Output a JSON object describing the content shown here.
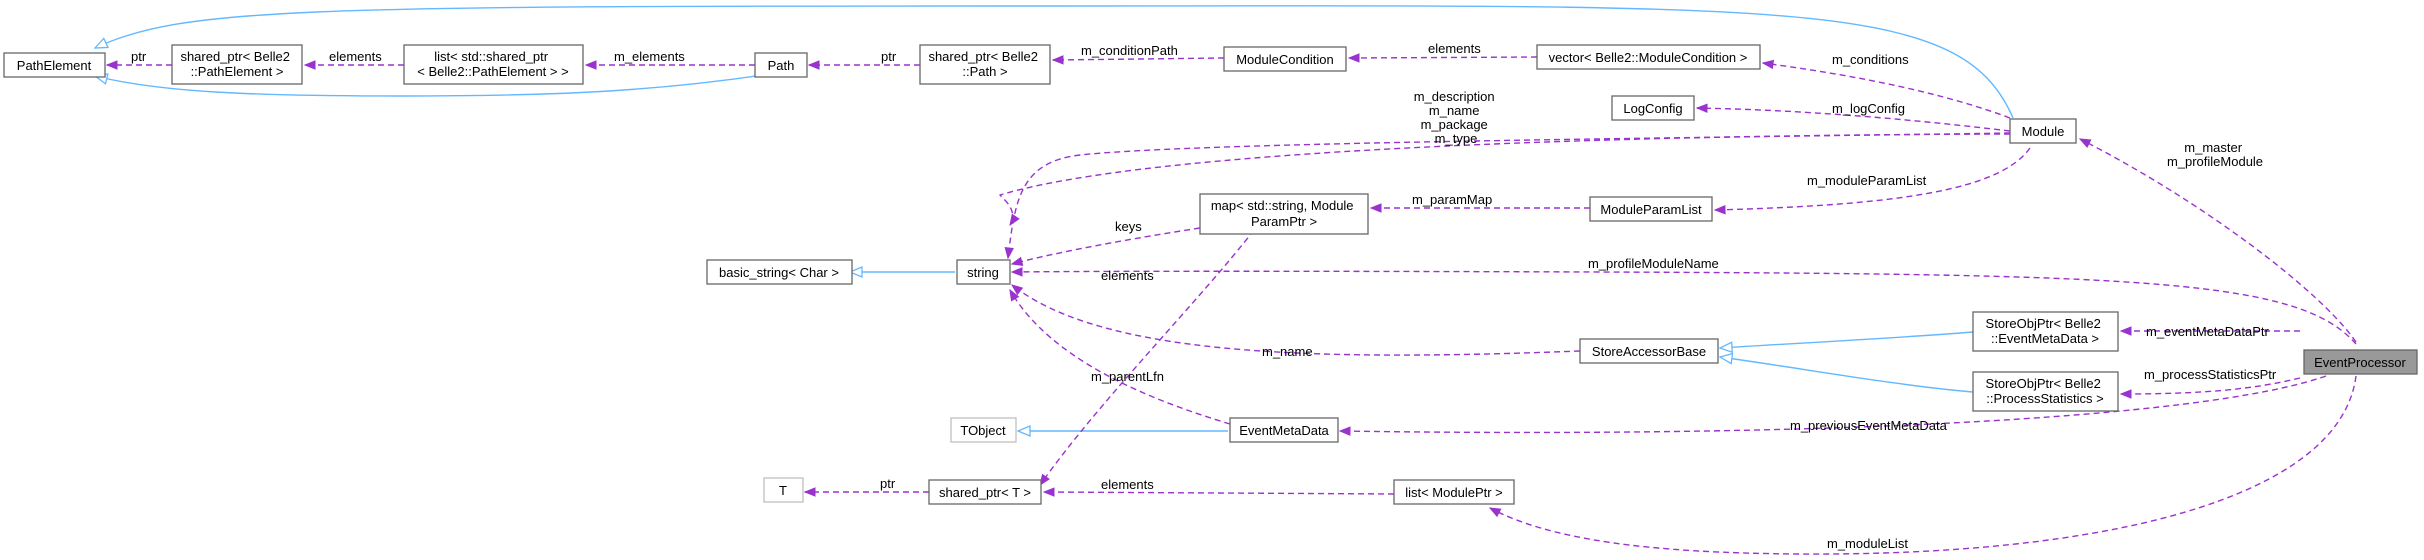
{
  "colors": {
    "inheritance_edge": "#63b8ff",
    "usage_edge": "#9a32cd",
    "node_border": "#666666",
    "external_node_border": "#bfbfbf",
    "focus_node_fill": "#999999"
  },
  "nodes": {
    "path_element": {
      "lines": [
        "PathElement"
      ]
    },
    "shared_ptr_path_element": {
      "lines": [
        "shared_ptr< Belle2",
        "::PathElement >"
      ]
    },
    "list_shared_ptr_path_element": {
      "lines": [
        "list< std::shared_ptr",
        "< Belle2::PathElement > >"
      ]
    },
    "path": {
      "lines": [
        "Path"
      ]
    },
    "shared_ptr_path": {
      "lines": [
        "shared_ptr< Belle2",
        "::Path >"
      ]
    },
    "module_condition": {
      "lines": [
        "ModuleCondition"
      ]
    },
    "vector_module_condition": {
      "lines": [
        "vector< Belle2::ModuleCondition >"
      ]
    },
    "log_config": {
      "lines": [
        "LogConfig"
      ]
    },
    "module": {
      "lines": [
        "Module"
      ]
    },
    "map_string_module_param_ptr": {
      "lines": [
        "map< std::string, Module",
        "ParamPtr >"
      ]
    },
    "module_param_list": {
      "lines": [
        "ModuleParamList"
      ]
    },
    "basic_string_char": {
      "lines": [
        "basic_string< Char >"
      ]
    },
    "string": {
      "lines": [
        "string"
      ]
    },
    "store_accessor_base": {
      "lines": [
        "StoreAccessorBase"
      ]
    },
    "store_obj_ptr_event_meta_data": {
      "lines": [
        "StoreObjPtr< Belle2",
        "::EventMetaData >"
      ]
    },
    "store_obj_ptr_process_statistics": {
      "lines": [
        "StoreObjPtr< Belle2",
        "::ProcessStatistics >"
      ]
    },
    "event_processor": {
      "lines": [
        "EventProcessor"
      ]
    },
    "tobject": {
      "lines": [
        "TObject"
      ]
    },
    "event_meta_data": {
      "lines": [
        "EventMetaData"
      ]
    },
    "t": {
      "lines": [
        "T"
      ]
    },
    "shared_ptr_t": {
      "lines": [
        "shared_ptr< T >"
      ]
    },
    "list_module_ptr": {
      "lines": [
        "list< ModulePtr >"
      ]
    }
  },
  "edge_labels": {
    "ptr_path_element": [
      "ptr"
    ],
    "elements_path_elements": [
      "elements"
    ],
    "m_elements": [
      "m_elements"
    ],
    "ptr_path": [
      "ptr"
    ],
    "m_condition_path": [
      "m_conditionPath"
    ],
    "elements_module_condition": [
      "elements"
    ],
    "m_conditions": [
      "m_conditions"
    ],
    "m_log_config": [
      "m_logConfig"
    ],
    "module_strings": [
      "m_description",
      "m_name",
      "m_package",
      "m_type"
    ],
    "m_master": [
      "m_master",
      "m_profileModule"
    ],
    "keys": [
      "keys"
    ],
    "m_param_map": [
      "m_paramMap"
    ],
    "m_module_param_list": [
      "m_moduleParamList"
    ],
    "m_profile_module_name": [
      "m_profileModuleName"
    ],
    "elements_shared_ptr_t": [
      "elements"
    ],
    "m_event_meta_data_ptr": [
      "m_eventMetaDataPtr"
    ],
    "m_name": [
      "m_name"
    ],
    "m_process_statistics_ptr": [
      "m_processStatisticsPtr"
    ],
    "m_parent_lfn": [
      "m_parentLfn"
    ],
    "m_previous_event_meta_data": [
      "m_previousEventMetaData"
    ],
    "ptr_t": [
      "ptr"
    ],
    "elements_list_module_ptr": [
      "elements"
    ],
    "m_module_list": [
      "m_moduleList"
    ]
  }
}
